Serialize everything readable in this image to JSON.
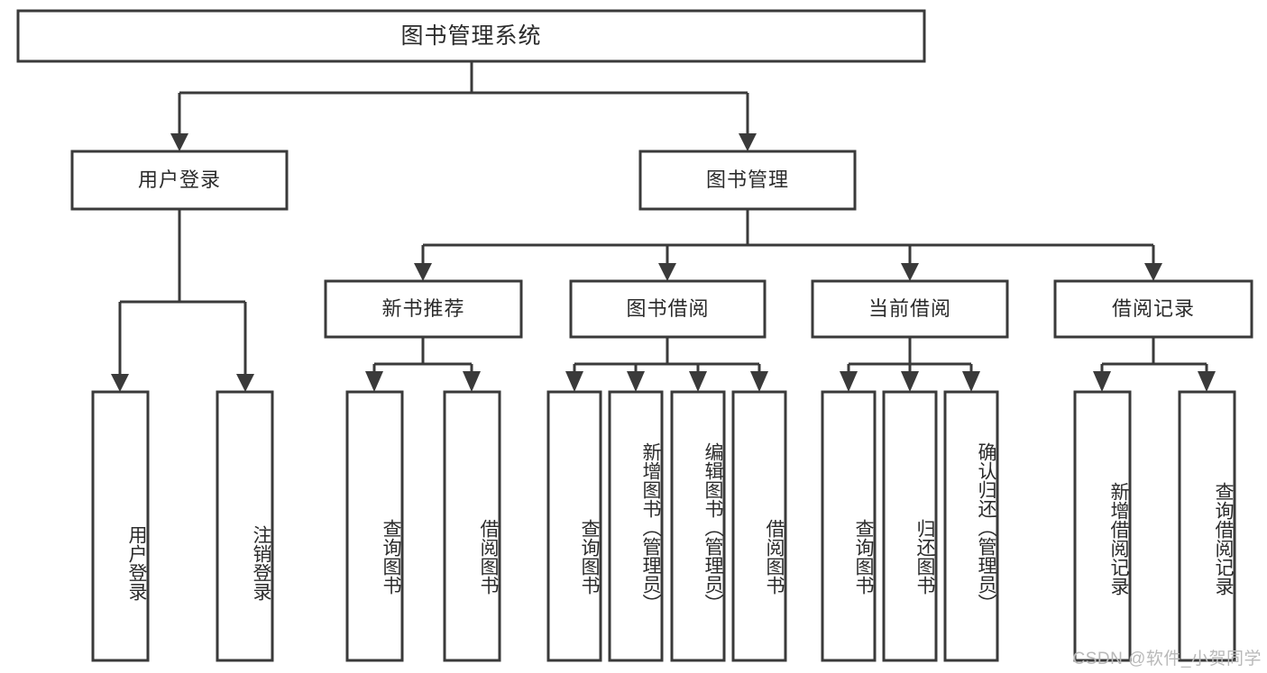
{
  "diagram": {
    "type": "tree",
    "title_text": "图书管理系统",
    "root": {
      "id": "root",
      "label": "图书管理系统"
    },
    "level2": [
      {
        "id": "user-login",
        "label": "用户登录"
      },
      {
        "id": "book-manage",
        "label": "图书管理"
      }
    ],
    "level3": [
      {
        "id": "new-book-recommend",
        "label": "新书推荐"
      },
      {
        "id": "book-borrow",
        "label": "图书借阅"
      },
      {
        "id": "current-borrow",
        "label": "当前借阅"
      },
      {
        "id": "borrow-record",
        "label": "借阅记录"
      }
    ],
    "leaves": [
      {
        "id": "leaf-user-login",
        "label": "用户登录",
        "parent": "用户登录"
      },
      {
        "id": "leaf-logout",
        "label": "注销登录",
        "parent": "用户登录"
      },
      {
        "id": "leaf-query-book-1",
        "label": "查询图书",
        "parent": "新书推荐"
      },
      {
        "id": "leaf-borrow-book-1",
        "label": "借阅图书",
        "parent": "新书推荐"
      },
      {
        "id": "leaf-query-book-2",
        "label": "查询图书",
        "parent": "图书借阅"
      },
      {
        "id": "leaf-add-book",
        "label": "新增图书（管理员）",
        "parent": "图书借阅"
      },
      {
        "id": "leaf-edit-book",
        "label": "编辑图书（管理员）",
        "parent": "图书借阅"
      },
      {
        "id": "leaf-borrow-book-2",
        "label": "借阅图书",
        "parent": "图书借阅"
      },
      {
        "id": "leaf-query-book-3",
        "label": "查询图书",
        "parent": "当前借阅"
      },
      {
        "id": "leaf-return-book",
        "label": "归还图书",
        "parent": "当前借阅"
      },
      {
        "id": "leaf-confirm-return",
        "label": "确认归还（管理员）",
        "parent": "当前借阅"
      },
      {
        "id": "leaf-add-record",
        "label": "新增借阅记录",
        "parent": "借阅记录"
      },
      {
        "id": "leaf-query-record",
        "label": "查询借阅记录",
        "parent": "借阅记录"
      }
    ],
    "colors": {
      "stroke": "#3a3a3a",
      "fill": "#ffffff",
      "text": "#2b2b2b",
      "watermark": "#b9b9b9"
    }
  },
  "watermark": {
    "text": "CSDN @软件_小贺同学"
  }
}
